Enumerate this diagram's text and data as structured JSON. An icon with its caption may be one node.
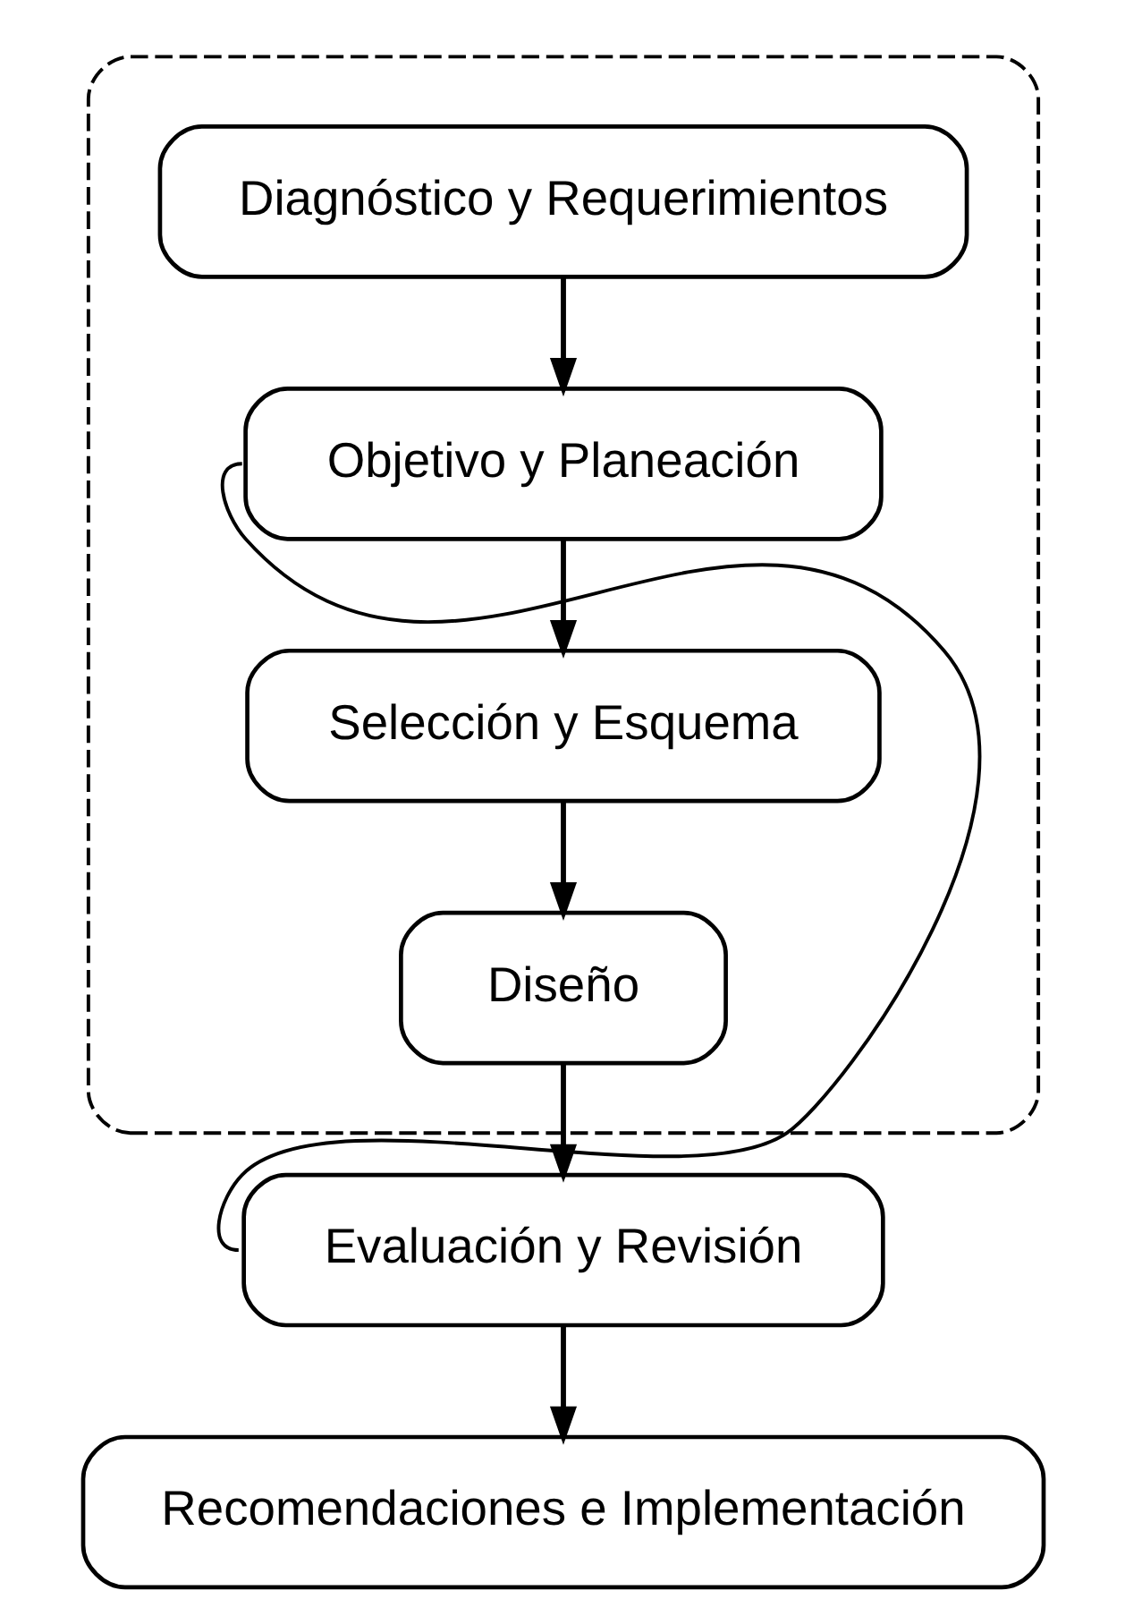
{
  "diagram": {
    "nodes": [
      {
        "text": [],
        "shape": "box"
      },
      {
        "text": [
          "Diagnóstico y Requerimientos"
        ],
        "in": 0
      },
      {
        "text": [
          "Objetivo y Planeación"
        ],
        "in": 0
      },
      {
        "text": [
          "Selección y Esquema"
        ],
        "in": 0
      },
      {
        "text": [
          "Diseño"
        ],
        "in": 0
      },
      {
        "text": [
          "Evaluación y Revisión"
        ]
      },
      {
        "text": [
          "Recomendaciones e Implementación"
        ]
      }
    ],
    "edges": [
      {
        "from": 1,
        "to": 2,
        "arrow": "to"
      },
      {
        "from": 2,
        "to": 3,
        "arrow": "to"
      },
      {
        "from": 3,
        "to": 4,
        "arrow": "to"
      },
      {
        "from": 4,
        "to": 5,
        "arrow": "to"
      },
      {
        "from": 5,
        "to": 6,
        "arrow": "to"
      },
      {
        "from": 5,
        "to": 2,
        "arrow": "none"
      }
    ]
  }
}
